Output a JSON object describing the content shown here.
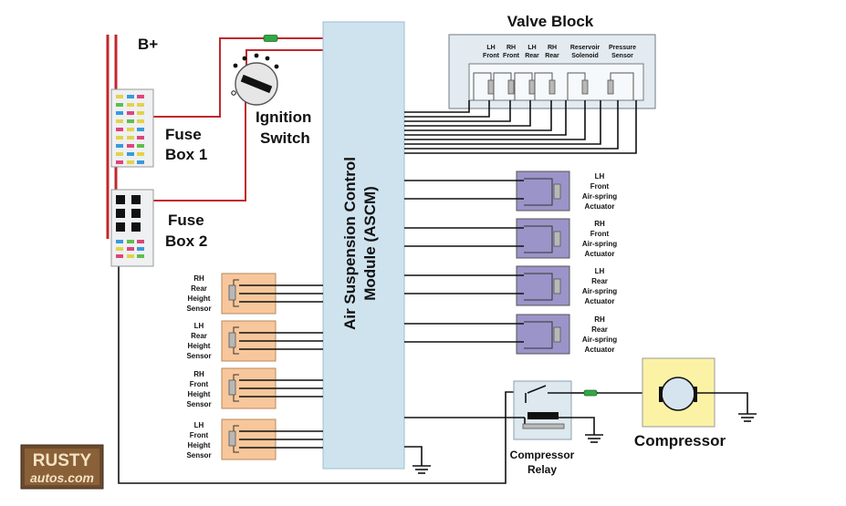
{
  "battery_label": "B+",
  "fuse_box_1": [
    "Fuse",
    "Box 1"
  ],
  "fuse_box_2": [
    "Fuse",
    "Box 2"
  ],
  "ignition_switch": [
    "Ignition",
    "Switch"
  ],
  "module_label": [
    "Air Suspension Control",
    "Module (ASCM)"
  ],
  "valve_block": {
    "title": "Valve Block",
    "valves": [
      [
        "LH",
        "Front"
      ],
      [
        "RH",
        "Front"
      ],
      [
        "LH",
        "Rear"
      ],
      [
        "RH",
        "Rear"
      ],
      [
        "Reservoir",
        "Solenoid"
      ],
      [
        "Pressure",
        "Sensor"
      ]
    ]
  },
  "actuators": [
    [
      "LH",
      "Front",
      "Air-spring",
      "Actuator"
    ],
    [
      "RH",
      "Front",
      "Air-spring",
      "Actuator"
    ],
    [
      "LH",
      "Rear",
      "Air-spring",
      "Actuator"
    ],
    [
      "RH",
      "Rear",
      "Air-spring",
      "Actuator"
    ]
  ],
  "height_sensors": [
    [
      "RH",
      "Rear",
      "Height",
      "Sensor"
    ],
    [
      "LH",
      "Rear",
      "Height",
      "Sensor"
    ],
    [
      "RH",
      "Front",
      "Height",
      "Sensor"
    ],
    [
      "LH",
      "Front",
      "Height",
      "Sensor"
    ]
  ],
  "compressor_relay": [
    "Compressor",
    "Relay"
  ],
  "compressor": "Compressor",
  "logo": [
    "RUSTY",
    "autos.com"
  ],
  "colors": {
    "wire_red": "#c0282d",
    "module_fill": "#cfe3ef",
    "actuator_fill": "#9b94c9",
    "sensor_fill": "#f7c79b",
    "compressor_fill": "#fbf2a6",
    "relay_fill": "#dde8ef",
    "valve_block_fill": "#e3ebf1"
  }
}
